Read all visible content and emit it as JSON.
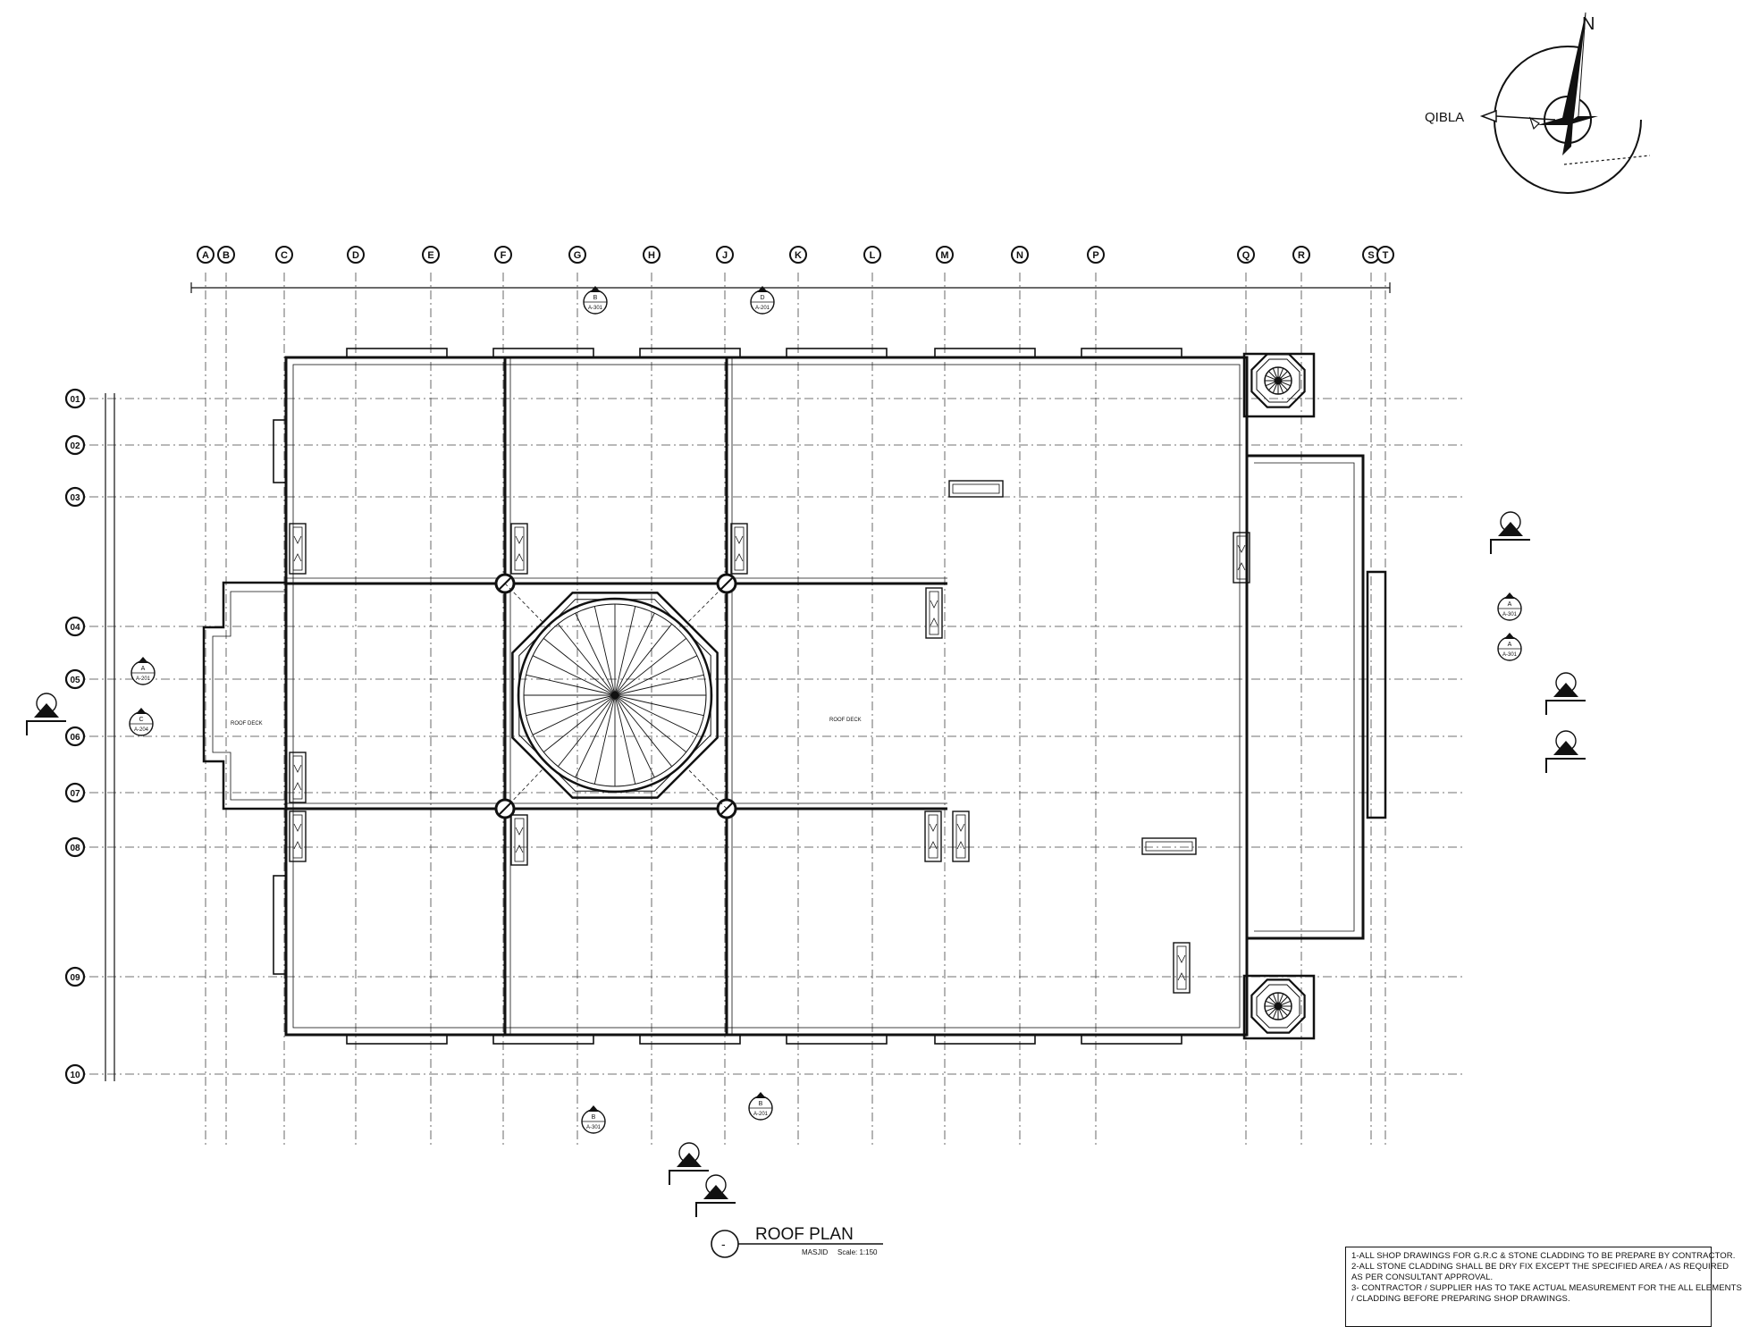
{
  "compass": {
    "north_label": "N",
    "qibla_label": "QIBLA"
  },
  "grid": {
    "columns": [
      "A",
      "B",
      "C",
      "D",
      "E",
      "F",
      "G",
      "H",
      "J",
      "K",
      "L",
      "M",
      "N",
      "P",
      "Q",
      "R",
      "S",
      "T"
    ],
    "rows": [
      "01",
      "02",
      "03",
      "04",
      "05",
      "06",
      "07",
      "08",
      "09",
      "10"
    ]
  },
  "plan_labels": {
    "roof_deck_main": "ROOF DECK",
    "roof_deck_side": "ROOF DECK"
  },
  "title": {
    "symbol": "-",
    "name": "ROOF PLAN",
    "subtitle": "MASJID",
    "scale": "Scale: 1:150"
  },
  "notes": [
    "1-ALL SHOP DRAWINGS FOR G.R.C & STONE CLADDING TO BE  PREPARE  BY CONTRACTOR.",
    "2-ALL STONE CLADDING SHALL BE DRY FIX EXCEPT THE  SPECIFIED AREA   / AS REQUIRED",
    "  AS PER CONSULTANT APPROVAL.",
    "3- CONTRACTOR / SUPPLIER HAS TO TAKE ACTUAL MEASUREMENT FOR  THE ALL ELEMENTS",
    "  / CLADDING BEFORE PREPARING SHOP DRAWINGS."
  ],
  "section_markers": [
    {
      "id": "B",
      "sheet": "A-301"
    },
    {
      "id": "D",
      "sheet": "A-201"
    },
    {
      "id": "B",
      "sheet": "A-301"
    },
    {
      "id": "B",
      "sheet": "A-201"
    },
    {
      "id": "A",
      "sheet": "A-201"
    },
    {
      "id": "C",
      "sheet": "A-204"
    },
    {
      "id": "A",
      "sheet": "A-301"
    },
    {
      "id": "A",
      "sheet": "A-301"
    }
  ]
}
